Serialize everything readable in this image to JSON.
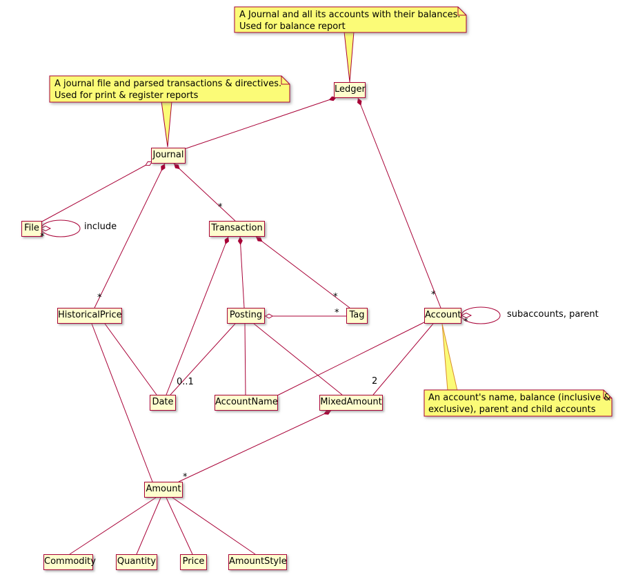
{
  "nodes": {
    "ledger": "Ledger",
    "journal": "Journal",
    "file": "File",
    "transaction": "Transaction",
    "historicalprice": "HistoricalPrice",
    "posting": "Posting",
    "tag": "Tag",
    "account": "Account",
    "date": "Date",
    "accountname": "AccountName",
    "mixedamount": "MixedAmount",
    "amount": "Amount",
    "commodity": "Commodity",
    "quantity": "Quantity",
    "price": "Price",
    "amountstyle": "AmountStyle"
  },
  "notes": {
    "ledger": {
      "line1": "A Journal and all its accounts with their balances.",
      "line2": "Used for balance report"
    },
    "journal": {
      "line1": "A journal file and parsed transactions & directives.",
      "line2": "Used for print & register reports"
    },
    "account": {
      "line1": "An account's name, balance (inclusive &",
      "line2": "exclusive), parent and child accounts"
    }
  },
  "labels": {
    "include": "include",
    "file_loop_mult": "*",
    "ledger_account_mult": "*",
    "journal_transaction_mult": "*",
    "journal_historicalprice_mult": "*",
    "transaction_tag_mult": "*",
    "posting_tag_mult": "*",
    "posting_date_mult": "0..1",
    "account_mixedamount_mult": "2",
    "mixedamount_amount_mult": "*",
    "subaccounts": "subaccounts, parent",
    "account_loop_mult": "*"
  },
  "colors": {
    "node_fill": "#FEFECE",
    "node_border": "#A80036",
    "note_fill": "#FBFB77",
    "note_border": "#A80036",
    "edge": "#A80036"
  }
}
